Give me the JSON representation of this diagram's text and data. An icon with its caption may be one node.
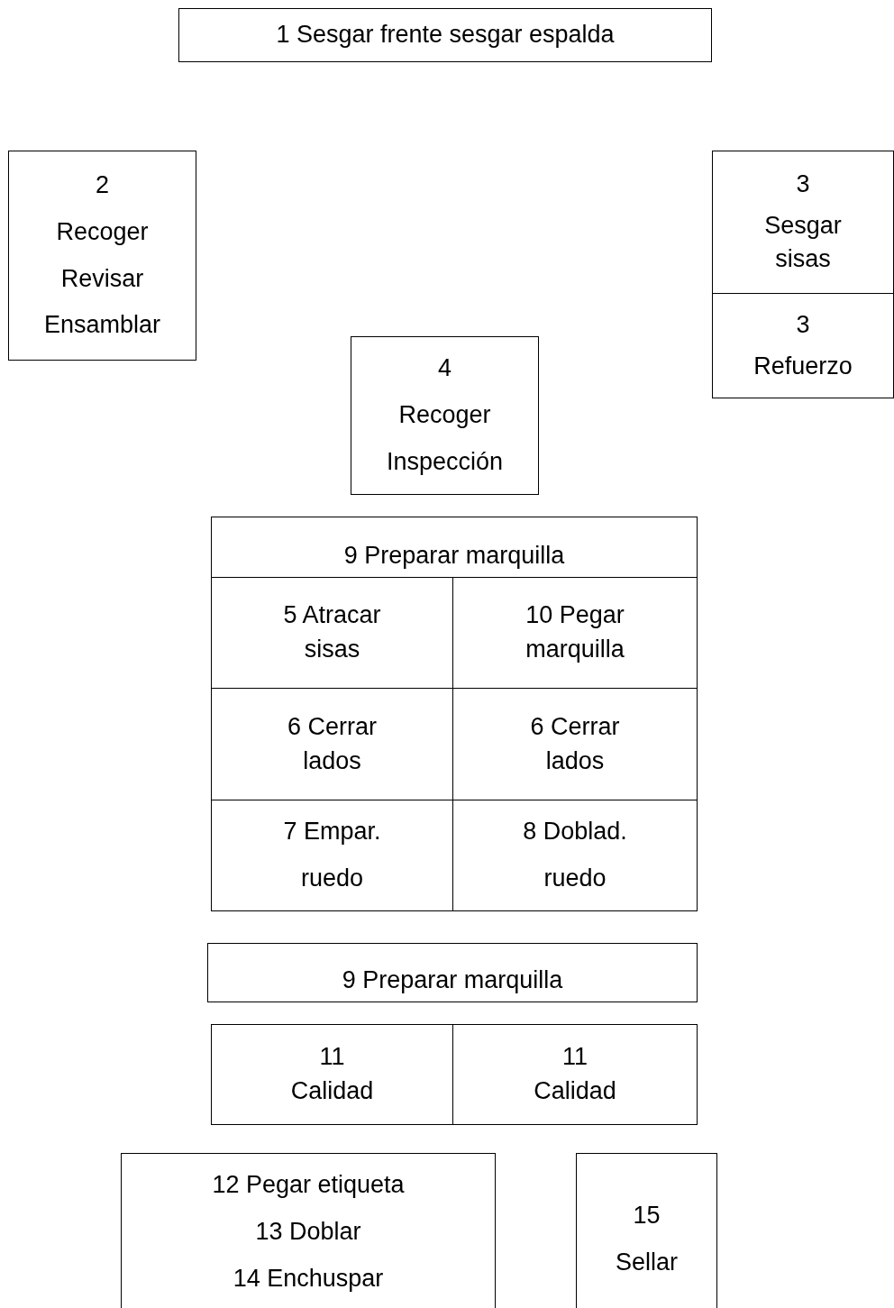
{
  "diagram": {
    "nodes": [
      {
        "text": [
          "1 Sesgar frente sesgar espalda"
        ]
      },
      {
        "text": [
          "2",
          "Recoger",
          "Revisar",
          "Ensamblar"
        ]
      },
      {
        "text": [
          "3",
          "Sesgar sisas"
        ]
      },
      {
        "text": [
          "3",
          "Refuerzo"
        ]
      },
      {
        "text": [
          "4",
          "Recoger",
          "Inspección"
        ]
      },
      {
        "text": [
          "9 Preparar marquilla"
        ]
      },
      {
        "text": [
          "5 Atracar sisas"
        ]
      },
      {
        "text": [
          "10 Pegar marquilla"
        ]
      },
      {
        "text": [
          "6 Cerrar lados"
        ]
      },
      {
        "text": [
          "6 Cerrar lados"
        ]
      },
      {
        "text": [
          "7 Empar.",
          "ruedo"
        ]
      },
      {
        "text": [
          "8 Doblad.",
          "ruedo"
        ]
      },
      {
        "text": [
          "9 Preparar marquilla"
        ]
      },
      {
        "text": [
          "11 Calidad"
        ]
      },
      {
        "text": [
          "11 Calidad"
        ]
      },
      {
        "text": [
          "12 Pegar etiqueta",
          "13 Doblar",
          "14 Enchuspar"
        ]
      },
      {
        "text": [
          "15",
          "Sellar"
        ]
      }
    ],
    "edges": []
  }
}
